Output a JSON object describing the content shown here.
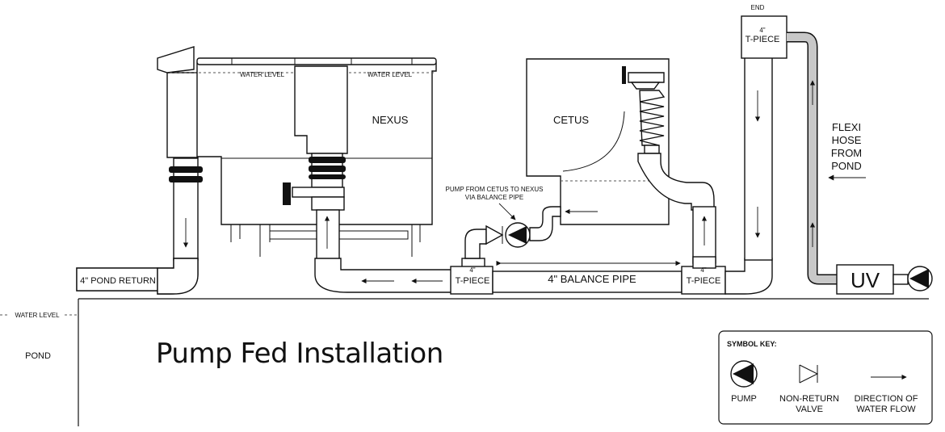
{
  "title": "Pump Fed Installation",
  "labels": {
    "water_level": "WATER LEVEL",
    "nexus": "NEXUS",
    "cetus": "CETUS",
    "end": "END",
    "tpiece_size": "4\"",
    "tpiece": "T-PIECE",
    "flexi_lines": [
      "FLEXI",
      "HOSE",
      "FROM",
      "POND"
    ],
    "uv": "UV",
    "pump_note_lines": [
      "PUMP FROM CETUS TO NEXUS",
      "VIA BALANCE PIPE"
    ],
    "pond_return": "4\" POND RETURN",
    "balance_pipe": "4\" BALANCE PIPE",
    "pond": "POND"
  },
  "key": {
    "heading": "SYMBOL KEY:",
    "pump": "PUMP",
    "nrv_lines": [
      "NON-RETURN",
      "VALVE"
    ],
    "flow_lines": [
      "DIRECTION OF",
      "WATER FLOW"
    ]
  }
}
